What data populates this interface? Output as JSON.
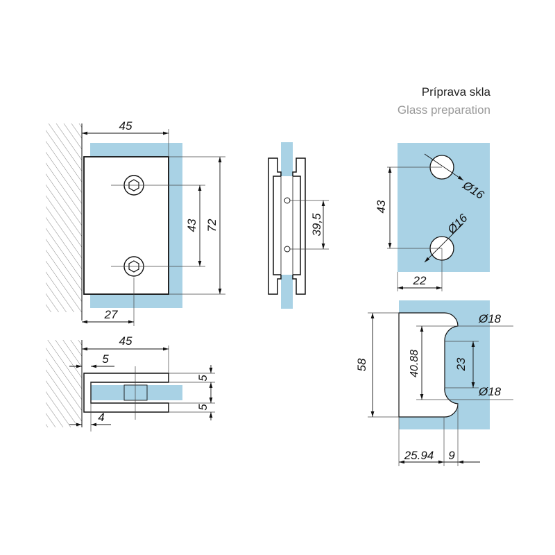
{
  "header": {
    "title_cz": "Príprava skla",
    "title_en": "Glass preparation"
  },
  "colors": {
    "glass": "#a9d2e5",
    "line": "#111111",
    "thin": "#444444",
    "hatch": "#666666"
  },
  "front_view": {
    "width": "45",
    "height_outer": "72",
    "hole_spacing": "43",
    "hole_offset": "27"
  },
  "side_view": {
    "hole_spacing": "39,5"
  },
  "top_view": {
    "width": "45",
    "offset_top": "5",
    "offset_bottom": "4",
    "thickness_top": "5",
    "thickness_bottom": "5"
  },
  "glass_holes": {
    "spacing": "43",
    "edge_offset": "22",
    "diameter_top": "Ø16",
    "diameter_bottom": "Ø16"
  },
  "glass_notch": {
    "height": "58",
    "inner_height": "40.88",
    "notch_depth_height": "23",
    "width": "25.94",
    "notch_offset": "9",
    "radius_top": "Ø18",
    "radius_bottom": "Ø18"
  }
}
